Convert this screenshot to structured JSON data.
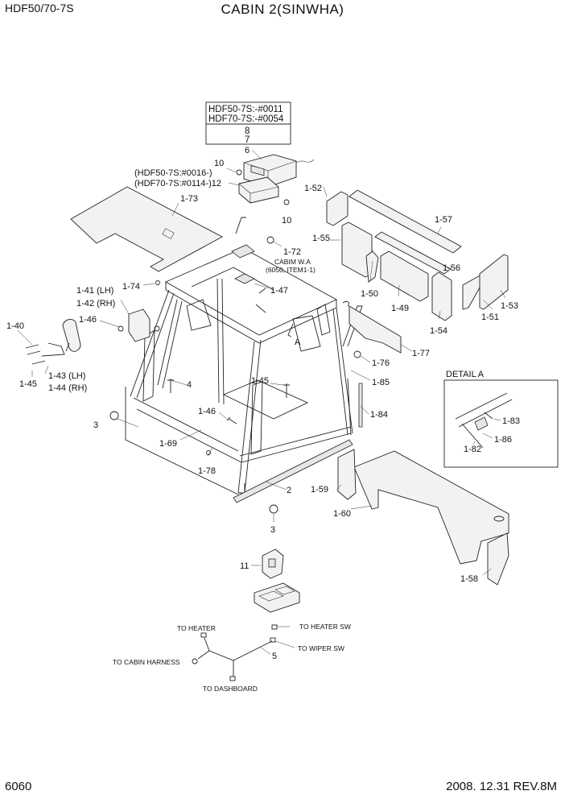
{
  "header": {
    "model": "HDF50/70-7S",
    "title": "CABIN 2(SINWHA)"
  },
  "footer": {
    "page": "6060",
    "date_rev": "2008. 12.31  REV.8M"
  },
  "serial_table": {
    "row1": "HDF50-7S:-#0011",
    "row2": "HDF70-7S:-#0054",
    "row3": "8",
    "row4": "7"
  },
  "labels": {
    "l6": "6",
    "l10a": "10",
    "l10b": "10",
    "l12a": "(HDF50-7S:#0016-)",
    "l12b": "(HDF70-7S:#0114-)12",
    "l173": "1-73",
    "l172": "1-72",
    "l152": "1-52",
    "l157": "1-57",
    "l155": "1-55",
    "l156": "1-56",
    "l150": "1-50",
    "l149": "1-49",
    "l154": "1-54",
    "l151": "1-51",
    "l153": "1-53",
    "cabim1": "CABIM W.A",
    "cabim2": "(6050, ITEM1-1)",
    "l174": "1-74",
    "l147": "1-47",
    "l141": "1-41 (LH)",
    "l142": "1-42 (RH)",
    "l140": "1-40",
    "l146a": "1-46",
    "lA": "A",
    "l176": "1-76",
    "l177": "1-77",
    "l185": "1-85",
    "l145a": "1-45",
    "l145b": "1-45",
    "l143": "1-43 (LH)",
    "l144": "1-44 (RH)",
    "l4": "4",
    "l3a": "3",
    "l146b": "1-46",
    "l169": "1-69",
    "l178": "1-78",
    "l184": "1-84",
    "l2": "2",
    "l3b": "3",
    "l159": "1-59",
    "l160": "1-60",
    "l158": "1-58",
    "l11": "11",
    "l5": "5",
    "detail": "DETAIL A",
    "l183": "1-83",
    "l186": "1-86",
    "l182": "1-82",
    "heater": "TO HEATER",
    "heater_sw": "TO HEATER SW",
    "wiper_sw": "TO WIPER SW",
    "cabin_harness": "TO CABIN HARNESS",
    "dashboard": "TO DASHBOARD"
  }
}
